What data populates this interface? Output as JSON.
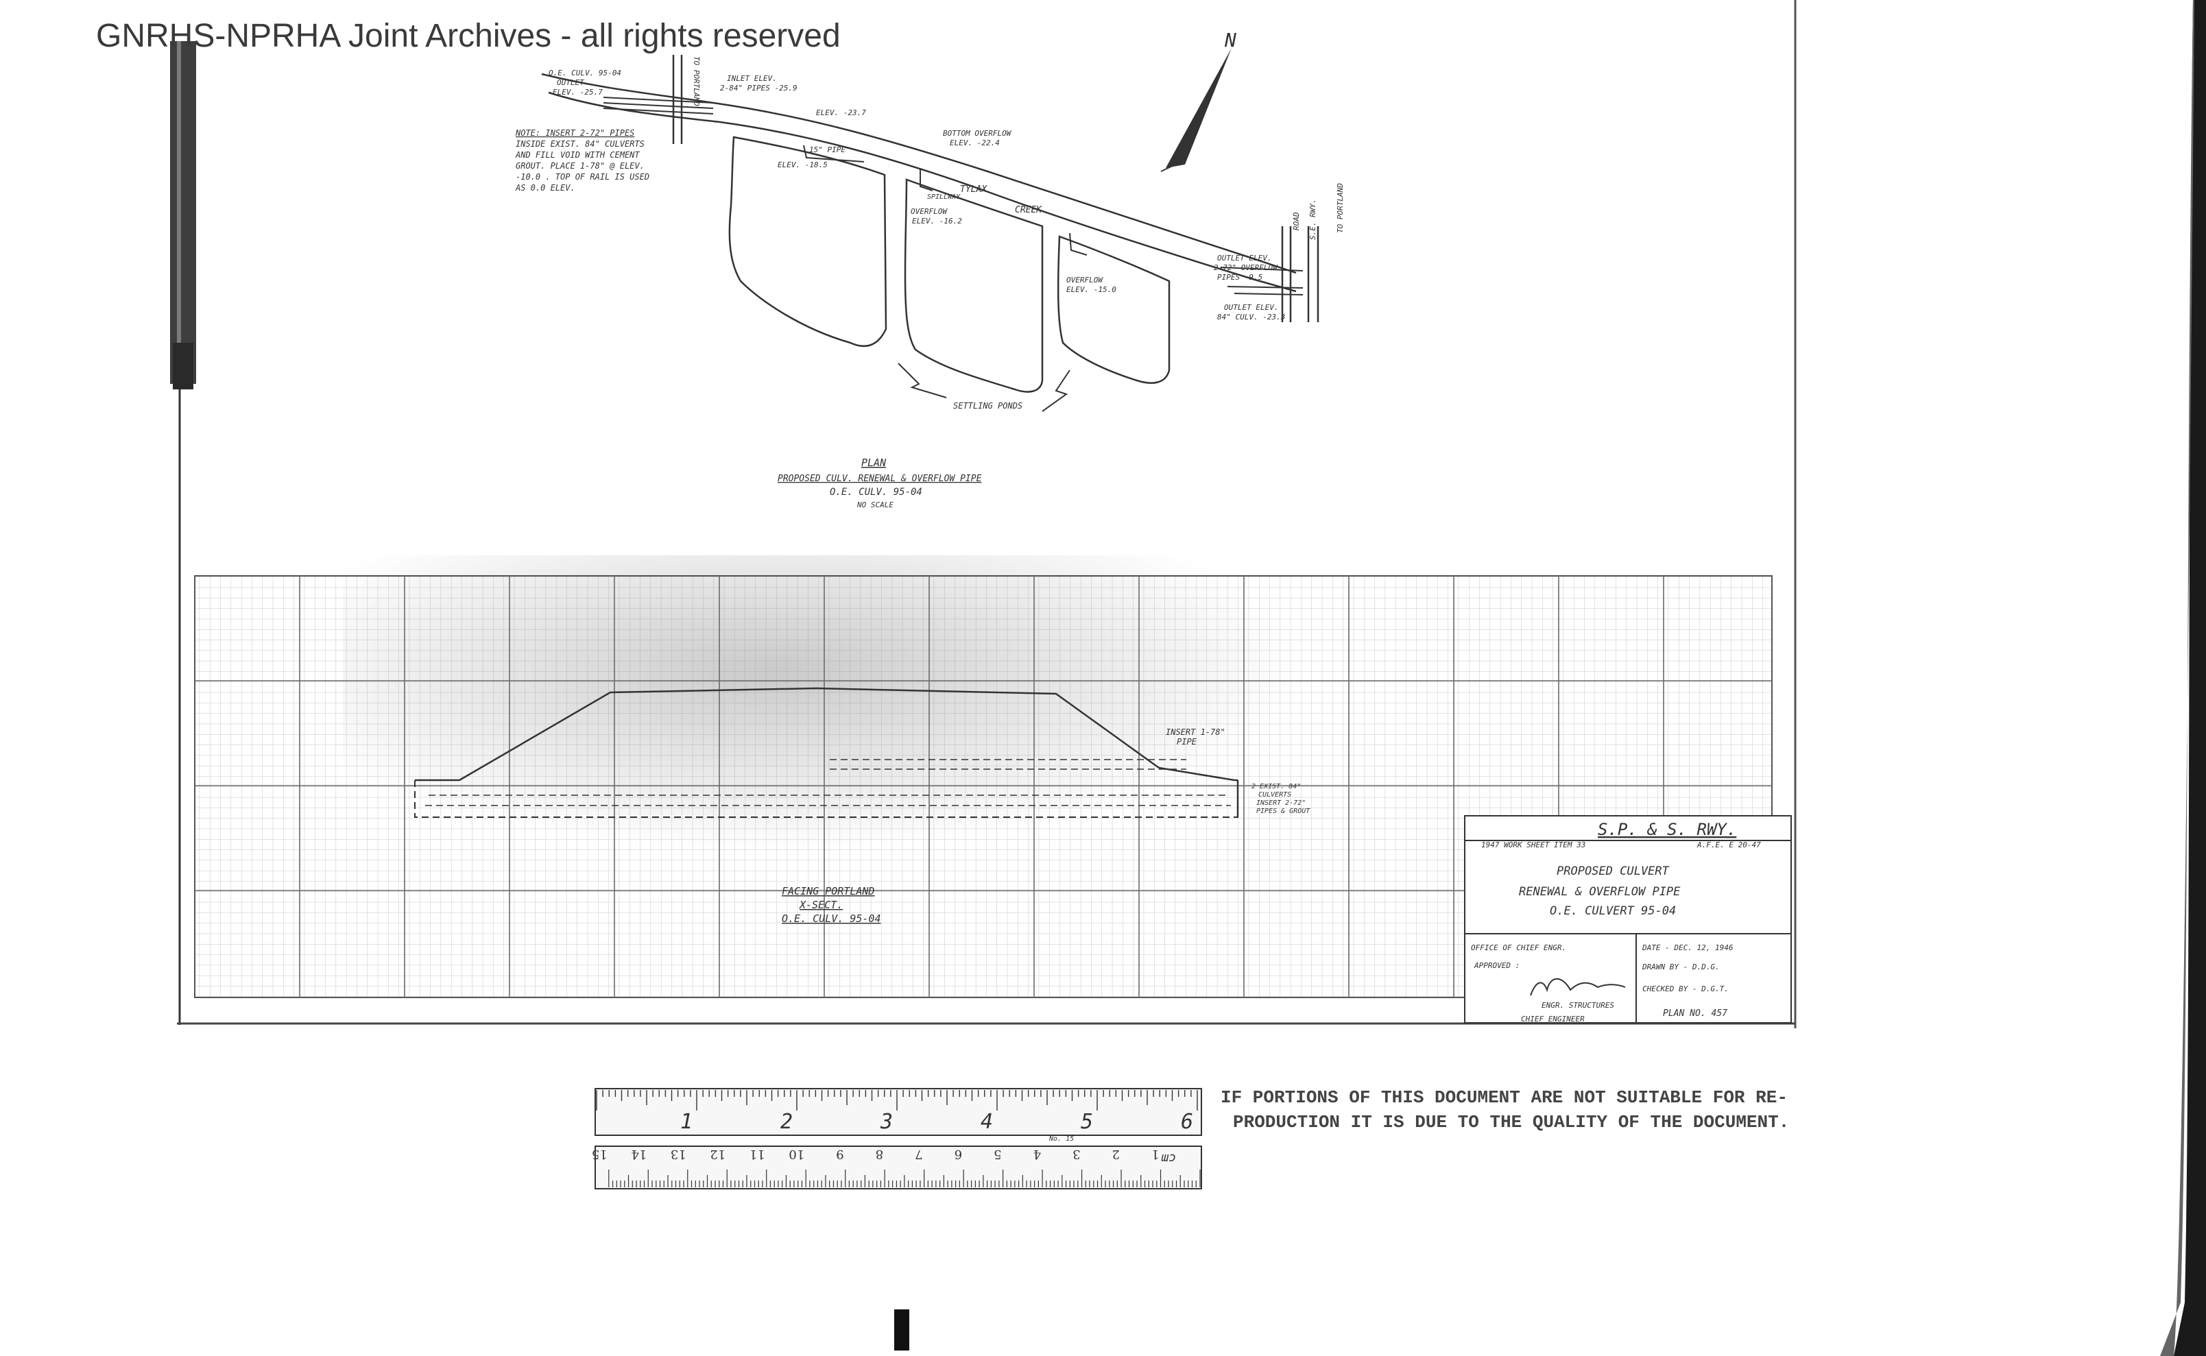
{
  "watermark": "GNRHS-NPRHA Joint Archives - all rights reserved",
  "north_arrow": "N",
  "plan": {
    "note": [
      "NOTE: INSERT 2-72\" PIPES",
      "INSIDE EXIST. 84\" CULVERTS",
      "AND FILL VOID WITH CEMENT",
      "GROUT. PLACE 1-78\" @ ELEV.",
      "-10.0 . TOP OF RAIL IS USED",
      "AS 0.0 ELEV."
    ],
    "labels": {
      "oe_culv": [
        "O.E. CULV. 95-04",
        "OUTLET",
        "ELEV. -25.7"
      ],
      "to_portland_1": "TO PORTLAND",
      "inlet": [
        "INLET ELEV.",
        "2-84\" PIPES -25.9"
      ],
      "elev_top": "ELEV. -23.7",
      "pipe_15": "15\" PIPE",
      "elev_left": "ELEV. -18.5",
      "bottom_overflow": [
        "BOTTOM OVERFLOW",
        "ELEV. -22.4"
      ],
      "spillway": "SPILLWAY",
      "overflow_1": [
        "OVERFLOW",
        "ELEV. -16.2"
      ],
      "creek": [
        "TYLAX",
        "CREEK"
      ],
      "overflow_2": [
        "OVERFLOW",
        "ELEV. -15.0"
      ],
      "outlet_right": [
        "OUTLET ELEV.",
        "2-72\" OVERFLOW",
        "PIPES -9.5"
      ],
      "outlet_84": [
        "OUTLET ELEV.",
        "84\" CULV. -23.3"
      ],
      "road": "ROAD",
      "se_rwy": "S.E. RWY.",
      "to_portland_2": "TO PORTLAND",
      "settling_ponds": "SETTLING PONDS",
      "title": "PLAN",
      "subtitle_1": "PROPOSED CULV. RENEWAL & OVERFLOW PIPE",
      "subtitle_2": "O.E. CULV. 95-04",
      "scale": "NO SCALE"
    }
  },
  "section": {
    "labels": {
      "insert_78": [
        "INSERT 1-78\"",
        "PIPE"
      ],
      "exist_84": [
        "2 EXIST. 84\"",
        "CULVERTS",
        "INSERT 2-72\"",
        "PIPES & GROUT"
      ],
      "facing": "FACING PORTLAND",
      "xsect": "X-SECT.",
      "culv": "O.E. CULV. 95-04"
    }
  },
  "title_block": {
    "railway": "S.P. & S. RWY.",
    "work_sheet": "1947 WORK SHEET ITEM 33",
    "afe": "A.F.E. E 20-47",
    "title_1": "PROPOSED CULVERT",
    "title_2": "RENEWAL & OVERFLOW PIPE",
    "title_3": "O.E. CULVERT 95-04",
    "office": "OFFICE OF CHIEF ENGR.",
    "approved": "APPROVED :",
    "engr_structures": "ENGR. STRUCTURES",
    "chief_engineer": "CHIEF ENGINEER",
    "date": "DATE - DEC. 12, 1946",
    "drawn_by": "DRAWN BY - D.D.G.",
    "checked_by": "CHECKED BY - D.G.T.",
    "plan_no": "PLAN NO. 457"
  },
  "ruler": {
    "inch_labels": [
      "1",
      "2",
      "3",
      "4",
      "5",
      "6"
    ],
    "cm_labels": [
      "15",
      "14",
      "13",
      "12",
      "11",
      "10",
      "9",
      "8",
      "7",
      "6",
      "5",
      "4",
      "3",
      "2",
      "1"
    ],
    "cm_unit": "cm",
    "brand": "No. 15"
  },
  "quality_notice": [
    "IF PORTIONS OF THIS DOCUMENT ARE NOT SUITABLE FOR RE-",
    "PRODUCTION IT IS DUE TO THE QUALITY OF THE DOCUMENT."
  ]
}
